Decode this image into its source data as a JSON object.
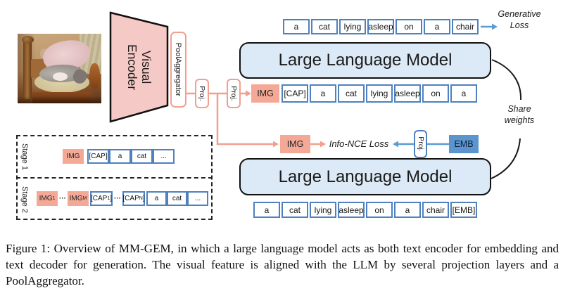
{
  "colors": {
    "salmon": "#F4A896",
    "salmon-line": "#F1A090",
    "trapezoid": "#F5C9C5",
    "blue-border": "#4E81BD",
    "blue-arrow": "#5B9BD5",
    "llm-fill": "#DCE9F6",
    "emb-fill": "#5C95CE",
    "ink": "#1a1a1a"
  },
  "encoder": {
    "visual_encoder_label": "Visual Encoder",
    "poolaggregator_label": "PoolAggregator",
    "proj1_label": "Proj.",
    "proj2_label": "Proj."
  },
  "top_branch": {
    "tokens": [
      "a",
      "cat",
      "lying",
      "asleep",
      "on",
      "a",
      "chair"
    ],
    "loss_label": "Generative Loss",
    "llm_label": "Large Language Model"
  },
  "caption_branch": {
    "img_token": "IMG",
    "tokens": [
      "[CAP]",
      "a",
      "cat",
      "lying",
      "asleep",
      "on",
      "a"
    ]
  },
  "embed_branch": {
    "img_token": "IMG",
    "loss_label": "Info-NCE Loss",
    "proj_label": "Proj.",
    "emb_token": "EMB",
    "llm_label": "Large Language Model",
    "tokens": [
      "a",
      "cat",
      "lying",
      "asleep",
      "on",
      "a",
      "chair",
      "[EMB]"
    ]
  },
  "share_weights_label": "Share weights",
  "stages": {
    "stage1": {
      "label": "Stage 1",
      "img": "IMG",
      "tokens": [
        "[CAP]",
        "a",
        "cat",
        "..."
      ]
    },
    "stage2": {
      "label": "Stage 2",
      "items": [
        {
          "pre": "IMG",
          "sub": "1"
        },
        {
          "pre": "···"
        },
        {
          "pre": "IMG",
          "sub": "M"
        },
        {
          "pre": "[CAP",
          "sub": "1",
          "post": "]"
        },
        {
          "pre": "···"
        },
        {
          "pre": "[CAP",
          "sub": "N",
          "post": "]"
        },
        {
          "pre": "a"
        },
        {
          "pre": "cat"
        },
        {
          "pre": "..."
        }
      ]
    }
  },
  "caption": "Figure 1: Overview of MM-GEM, in which a large language model acts as both text encoder for embedding and text decoder for generation. The visual feature is aligned with the LLM by several projection layers and a PoolAggregator."
}
